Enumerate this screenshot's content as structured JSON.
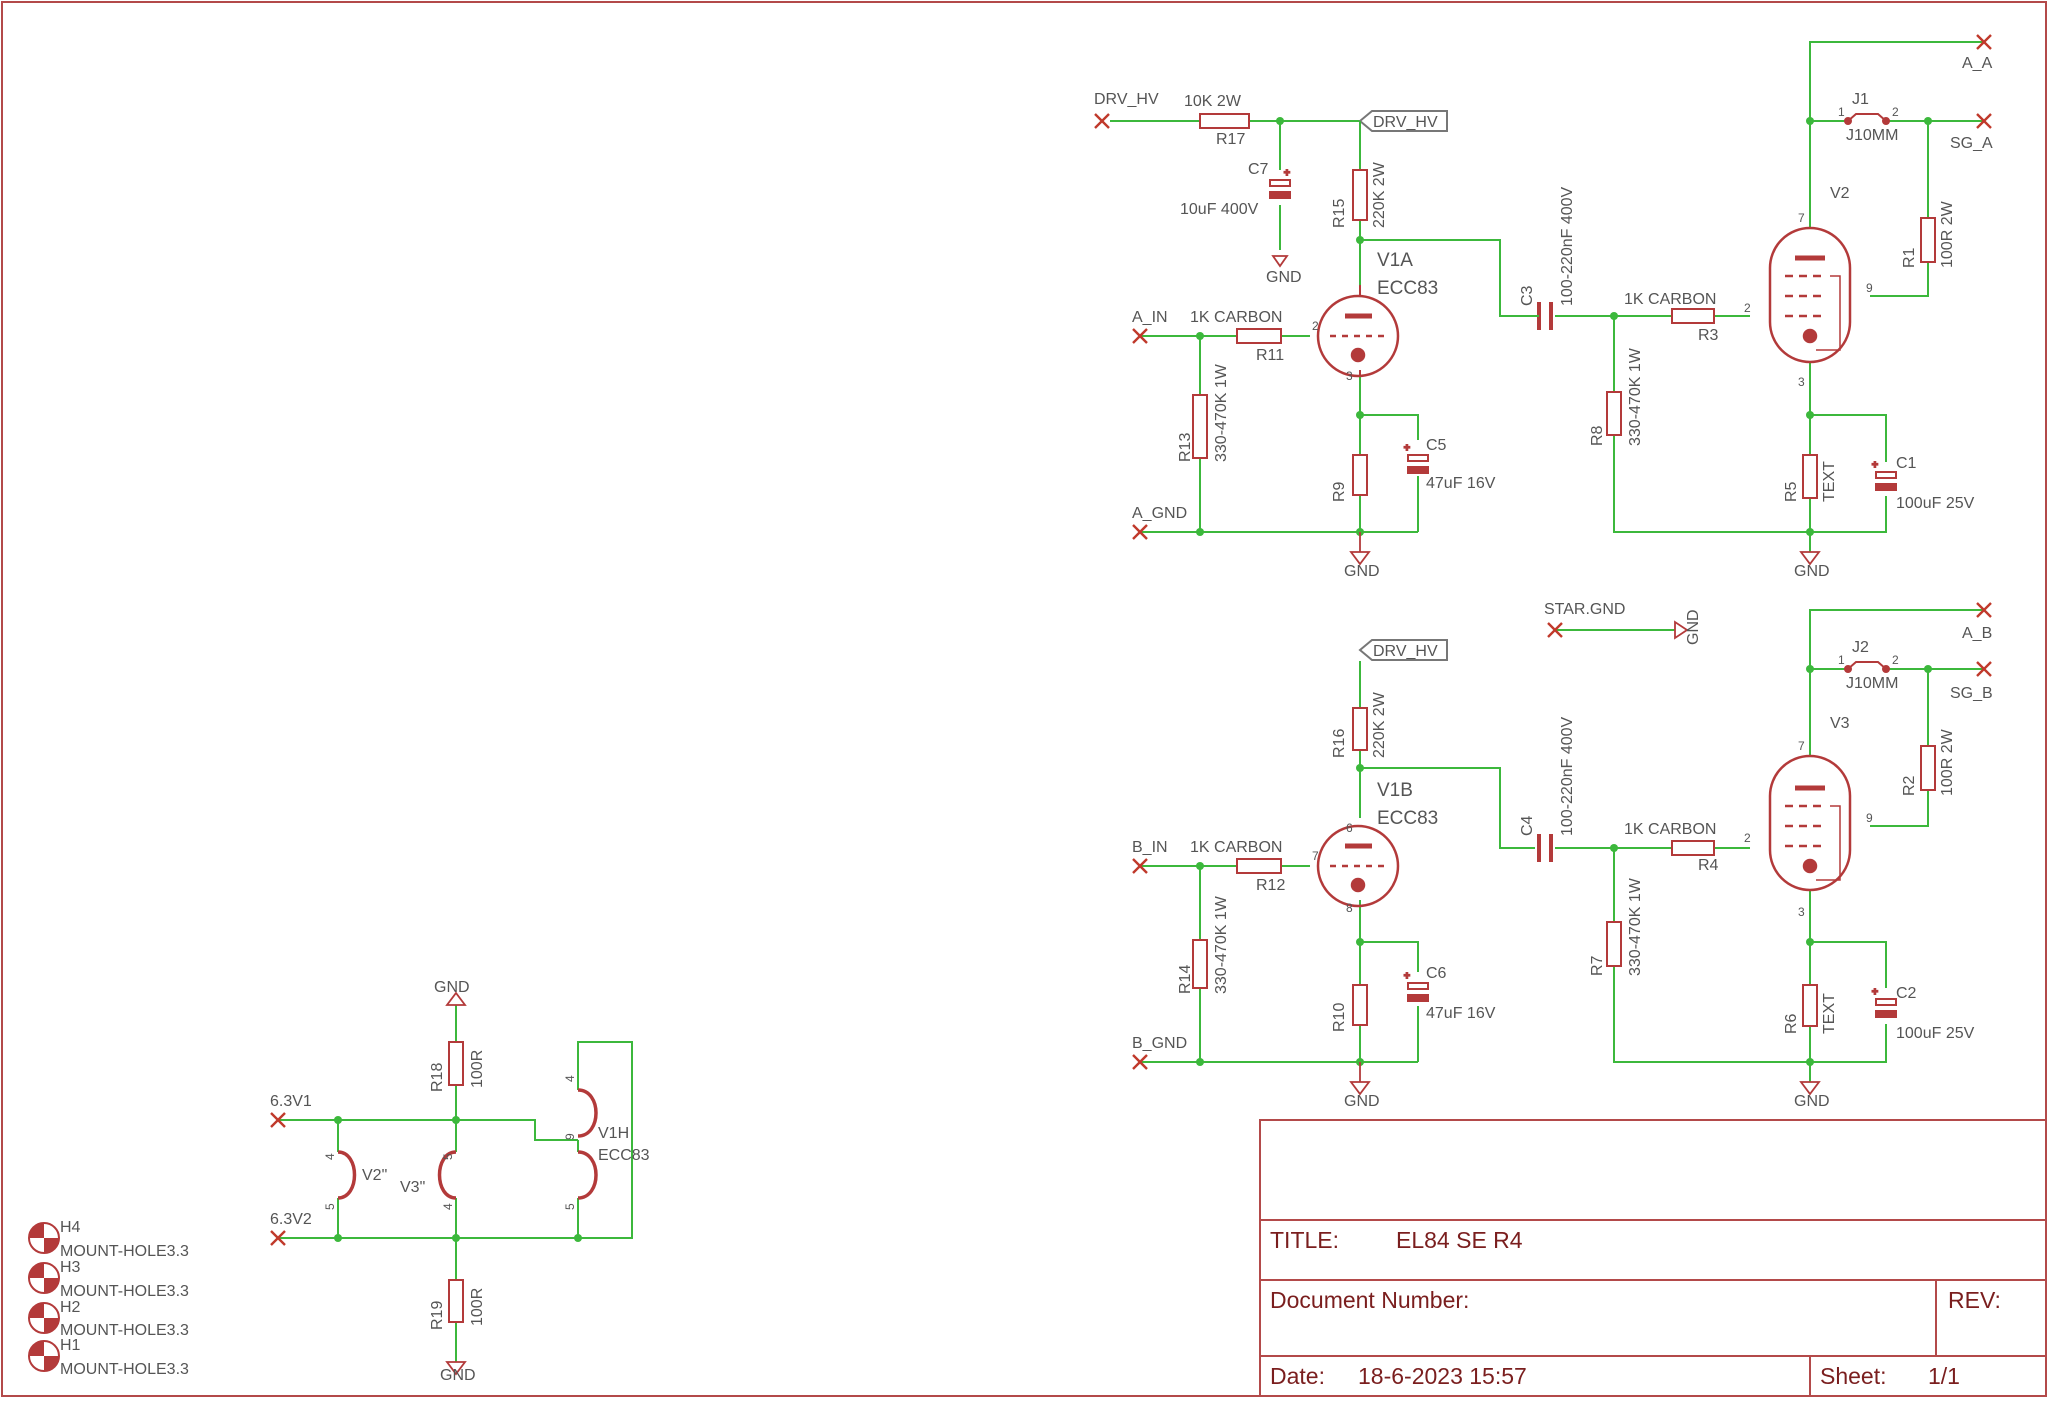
{
  "ports": {
    "drv_hv_in": "DRV_HV",
    "a_in": "A_IN",
    "a_gnd": "A_GND",
    "b_in": "B_IN",
    "b_gnd": "B_GND",
    "a_a": "A_A",
    "sg_a": "SG_A",
    "a_b": "A_B",
    "sg_b": "SG_B",
    "v63_1": "6.3V1",
    "v63_2": "6.3V2",
    "star_gnd": "STAR.GND"
  },
  "net_flags": {
    "drv_hv_top": "DRV_HV",
    "drv_hv_mid": "DRV_HV"
  },
  "gnd_label": "GND",
  "components": {
    "r17": {
      "name": "R17",
      "value": "10K 2W"
    },
    "c7": {
      "name": "C7",
      "value": "10uF 400V"
    },
    "r15": {
      "name": "R15",
      "value": "220K 2W"
    },
    "v1a": {
      "name": "V1A",
      "value": "ECC83"
    },
    "r11": {
      "name": "R11",
      "value": "1K CARBON"
    },
    "r13": {
      "name": "R13",
      "value": "330-470K 1W"
    },
    "r9": {
      "name": "R9",
      "value": ""
    },
    "c5": {
      "name": "C5",
      "value": "47uF 16V"
    },
    "c3": {
      "name": "C3",
      "value": "100-220nF 400V"
    },
    "r3": {
      "name": "R3",
      "value": "1K CARBON"
    },
    "r8": {
      "name": "R8",
      "value": "330-470K 1W"
    },
    "v2": {
      "name": "V2",
      "value": ""
    },
    "j1": {
      "name": "J1",
      "value": "J10MM"
    },
    "r1": {
      "name": "R1",
      "value": "100R 2W"
    },
    "r5": {
      "name": "R5",
      "value": "TEXT"
    },
    "c1": {
      "name": "C1",
      "value": "100uF 25V"
    },
    "r16": {
      "name": "R16",
      "value": "220K 2W"
    },
    "v1b": {
      "name": "V1B",
      "value": "ECC83"
    },
    "r12": {
      "name": "R12",
      "value": "1K CARBON"
    },
    "r14": {
      "name": "R14",
      "value": "330-470K 1W"
    },
    "r10": {
      "name": "R10",
      "value": ""
    },
    "c6": {
      "name": "C6",
      "value": "47uF 16V"
    },
    "c4": {
      "name": "C4",
      "value": "100-220nF 400V"
    },
    "r4": {
      "name": "R4",
      "value": "1K CARBON"
    },
    "r7": {
      "name": "R7",
      "value": "330-470K 1W"
    },
    "v3": {
      "name": "V3",
      "value": ""
    },
    "j2": {
      "name": "J2",
      "value": "J10MM"
    },
    "r2": {
      "name": "R2",
      "value": "100R 2W"
    },
    "r6": {
      "name": "R6",
      "value": "TEXT"
    },
    "c2": {
      "name": "C2",
      "value": "100uF 25V"
    },
    "r18": {
      "name": "R18",
      "value": "100R"
    },
    "r19": {
      "name": "R19",
      "value": "100R"
    },
    "v2h": {
      "name": "V2\""
    },
    "v3h": {
      "name": "V3\""
    },
    "v1h": {
      "name": "V1H",
      "value": "ECC83"
    }
  },
  "pins": {
    "one": "1",
    "two": "2",
    "three": "3",
    "four": "4",
    "five": "5",
    "six": "6",
    "seven": "7",
    "eight": "8",
    "nine": "9"
  },
  "mount_holes": [
    {
      "name": "H4",
      "value": "MOUNT-HOLE3.3"
    },
    {
      "name": "H3",
      "value": "MOUNT-HOLE3.3"
    },
    {
      "name": "H2",
      "value": "MOUNT-HOLE3.3"
    },
    {
      "name": "H1",
      "value": "MOUNT-HOLE3.3"
    }
  ],
  "title_block": {
    "title_label": "TITLE:",
    "title_value": "EL84 SE R4",
    "docnum_label": "Document Number:",
    "docnum_value": "",
    "rev_label": "REV:",
    "rev_value": "",
    "date_label": "Date:",
    "date_value": "18-6-2023 15:57",
    "sheet_label": "Sheet:",
    "sheet_value": "1/1"
  },
  "colors": {
    "wire": "#3cb83c",
    "component": "#b33a3a",
    "frame": "#b34a4a",
    "text": "#555555"
  }
}
